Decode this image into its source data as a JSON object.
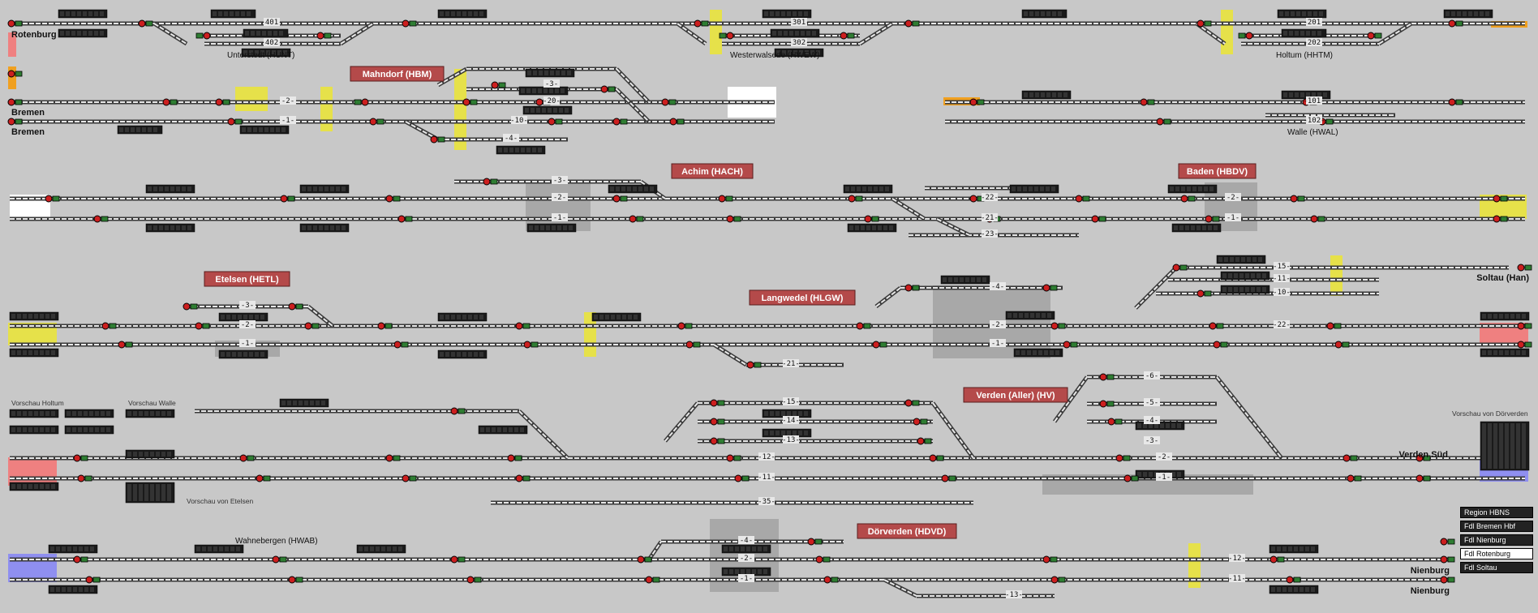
{
  "app": {
    "title": "Stellwerk Sim – Bremen / Verden / Nienburg"
  },
  "colors": {
    "background": "#c8c8c8",
    "track": "#6e6e6e",
    "track_light": "#f2f2f2",
    "signal_red": "#cc1f1f",
    "signal_green": "#2e7d32",
    "station_box": "#b44a4a",
    "panel_dark": "#1a1a1a",
    "occupied_yellow": "#e6e14a",
    "occupied_red": "#ef8080",
    "occupied_blue": "#8f8ff0",
    "occupied_orange": "#f0a020"
  },
  "stations": [
    {
      "id": "mahndorf",
      "name": "Mahndorf (HBM)"
    },
    {
      "id": "achim",
      "name": "Achim (HACH)"
    },
    {
      "id": "baden",
      "name": "Baden (HBDV)"
    },
    {
      "id": "etelsen",
      "name": "Etelsen (HETL)"
    },
    {
      "id": "langwedel",
      "name": "Langwedel (HLGW)"
    },
    {
      "id": "verden",
      "name": "Verden (Aller) (HV)"
    },
    {
      "id": "dorverden",
      "name": "Dörverden (HDVD)"
    }
  ],
  "places": [
    {
      "id": "rotenburg",
      "name": "Rotenburg"
    },
    {
      "id": "bremen1",
      "name": "Bremen"
    },
    {
      "id": "bremen2",
      "name": "Bremen"
    },
    {
      "id": "soltau",
      "name": "Soltau (Han)"
    },
    {
      "id": "verden-sued",
      "name": "Verden Süd"
    },
    {
      "id": "nienburg1",
      "name": "Nienburg"
    },
    {
      "id": "nienburg2",
      "name": "Nienburg"
    }
  ],
  "small_labels": [
    {
      "id": "unterstedt",
      "text": "Unterstedt (HUNT)"
    },
    {
      "id": "westerwalsede",
      "text": "Westerwalsede (HWEW)"
    },
    {
      "id": "holtum",
      "text": "Holtum (HHTM)"
    },
    {
      "id": "walle",
      "text": "Walle (HWAL)"
    },
    {
      "id": "wahnebergen",
      "text": "Wahnebergen (HWAB)"
    }
  ],
  "vorschau": [
    {
      "id": "v-holtum",
      "text": "Vorschau Holtum"
    },
    {
      "id": "v-walle",
      "text": "Vorschau Walle"
    },
    {
      "id": "v-etelsen",
      "text": "Vorschau von Etelsen"
    },
    {
      "id": "v-doerverden",
      "text": "Vorschau von Dörverden"
    }
  ],
  "track_numbers": [
    {
      "id": "t401",
      "text": "401"
    },
    {
      "id": "t402",
      "text": "402"
    },
    {
      "id": "t301",
      "text": "301"
    },
    {
      "id": "t302",
      "text": "302"
    },
    {
      "id": "t201",
      "text": "201"
    },
    {
      "id": "t202",
      "text": "202"
    },
    {
      "id": "t101",
      "text": "101"
    },
    {
      "id": "t102",
      "text": "102"
    },
    {
      "id": "hbm3",
      "text": "3"
    },
    {
      "id": "hbm20",
      "text": "20"
    },
    {
      "id": "hbm10",
      "text": "10"
    },
    {
      "id": "hbm4",
      "text": "4"
    },
    {
      "id": "hbm2",
      "text": "2"
    },
    {
      "id": "hbm1",
      "text": "1"
    },
    {
      "id": "ach3",
      "text": "3"
    },
    {
      "id": "ach2",
      "text": "2"
    },
    {
      "id": "ach1",
      "text": "1"
    },
    {
      "id": "ach22",
      "text": "22"
    },
    {
      "id": "ach21",
      "text": "21"
    },
    {
      "id": "ach23",
      "text": "23"
    },
    {
      "id": "bad2",
      "text": "2"
    },
    {
      "id": "bad1",
      "text": "1"
    },
    {
      "id": "etl3",
      "text": "3"
    },
    {
      "id": "etl2",
      "text": "2"
    },
    {
      "id": "etl1",
      "text": "1"
    },
    {
      "id": "lgw4",
      "text": "4"
    },
    {
      "id": "lgw2",
      "text": "2"
    },
    {
      "id": "lgw1",
      "text": "1"
    },
    {
      "id": "lgw21",
      "text": "21"
    },
    {
      "id": "lgw15",
      "text": "15"
    },
    {
      "id": "lgw11",
      "text": "11"
    },
    {
      "id": "lgw10",
      "text": "10"
    },
    {
      "id": "lgw22",
      "text": "22"
    },
    {
      "id": "v15",
      "text": "15"
    },
    {
      "id": "v14",
      "text": "14"
    },
    {
      "id": "v13",
      "text": "13"
    },
    {
      "id": "v12",
      "text": "12"
    },
    {
      "id": "v11",
      "text": "11"
    },
    {
      "id": "v35",
      "text": "35"
    },
    {
      "id": "v6",
      "text": "6"
    },
    {
      "id": "v5",
      "text": "5"
    },
    {
      "id": "v4",
      "text": "4"
    },
    {
      "id": "v3",
      "text": "3"
    },
    {
      "id": "v2",
      "text": "2"
    },
    {
      "id": "v1",
      "text": "1"
    },
    {
      "id": "dv4",
      "text": "4"
    },
    {
      "id": "dv2",
      "text": "2"
    },
    {
      "id": "dv1",
      "text": "1"
    },
    {
      "id": "dv12",
      "text": "12"
    },
    {
      "id": "dv11",
      "text": "11"
    },
    {
      "id": "dv13",
      "text": "13"
    }
  ],
  "legend": {
    "items": [
      {
        "label": "Region HBNS",
        "active": false
      },
      {
        "label": "Fdl Bremen Hbf",
        "active": false
      },
      {
        "label": "Fdl Nienburg",
        "active": false
      },
      {
        "label": "Fdl Rotenburg",
        "active": true
      },
      {
        "label": "Fdl Soltau",
        "active": false
      }
    ]
  }
}
